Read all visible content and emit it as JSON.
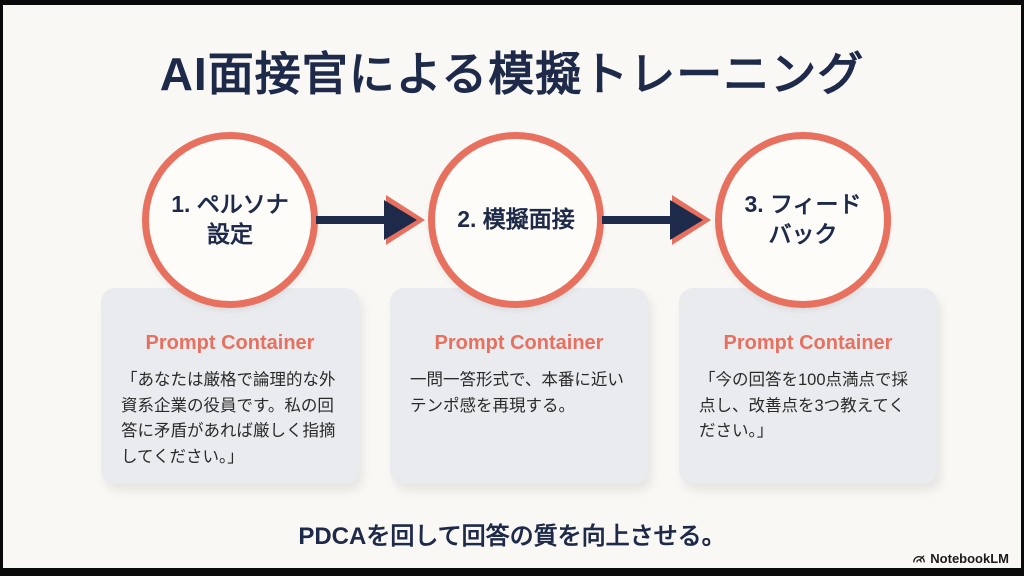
{
  "slide": {
    "title": "AI面接官による模擬トレーニング",
    "footer": "PDCAを回して回答の質を向上させる。",
    "watermark": "NotebookLM"
  },
  "steps": [
    {
      "label": "1. ペルソナ設定",
      "card_title": "Prompt Container",
      "card_body": "「あなたは厳格で論理的な外資系企業の役員です。私の回答に矛盾があれば厳しく指摘してください。」"
    },
    {
      "label": "2. 模擬面接",
      "card_title": "Prompt Container",
      "card_body": "一問一答形式で、本番に近いテンポ感を再現する。"
    },
    {
      "label": "3. フィードバック",
      "card_title": "Prompt Container",
      "card_body": "「今の回答を100点満点で採点し、改善点を3つ教えてください。」"
    }
  ],
  "colors": {
    "navy": "#1e2a4a",
    "coral": "#e8705f",
    "card_bg": "#e9ebee",
    "slide_bg": "#faf8f4",
    "circle_bg": "#fdfcf9",
    "text_dark": "#2a2a2a"
  }
}
